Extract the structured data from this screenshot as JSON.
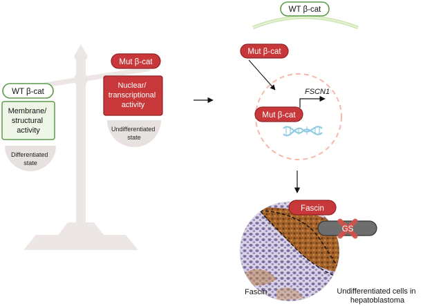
{
  "scale": {
    "left_pan": {
      "pill": "WT β-cat",
      "box": [
        "Membrane/",
        "structural",
        "activity"
      ],
      "state": [
        "Differentiated",
        "state"
      ]
    },
    "right_pan": {
      "pill": "Mut β-cat",
      "box": [
        "Nuclear/",
        "transcriptional",
        "activity"
      ],
      "state": [
        "Undifferentiated",
        "state"
      ]
    }
  },
  "cell": {
    "wt_pill": "WT β-cat",
    "mut_pill_outside": "Mut β-cat",
    "mut_pill_nucleus": "Mut β-cat",
    "gene": "FSCN1"
  },
  "tissue": {
    "fascin_pill": "Fascin",
    "gs_label": "GS",
    "stain_label": "Fascin",
    "caption": [
      "Undifferentiated cells in",
      "hepatoblastoma"
    ]
  },
  "colors": {
    "green_border": "#5a9a4a",
    "green_fill": "#eef6e8",
    "red": "#c8383a",
    "red_dark": "#8e2224",
    "scale_gray": "#ece7e4",
    "pan_gray": "#e7e2df",
    "nucleus_dash": "#f5b8a8",
    "membrane_green": "#cfe6b5",
    "dna_blue": "#8fcbe3",
    "gs_gray": "#6e6e6e",
    "stain_brown": "#9a5a2a"
  }
}
